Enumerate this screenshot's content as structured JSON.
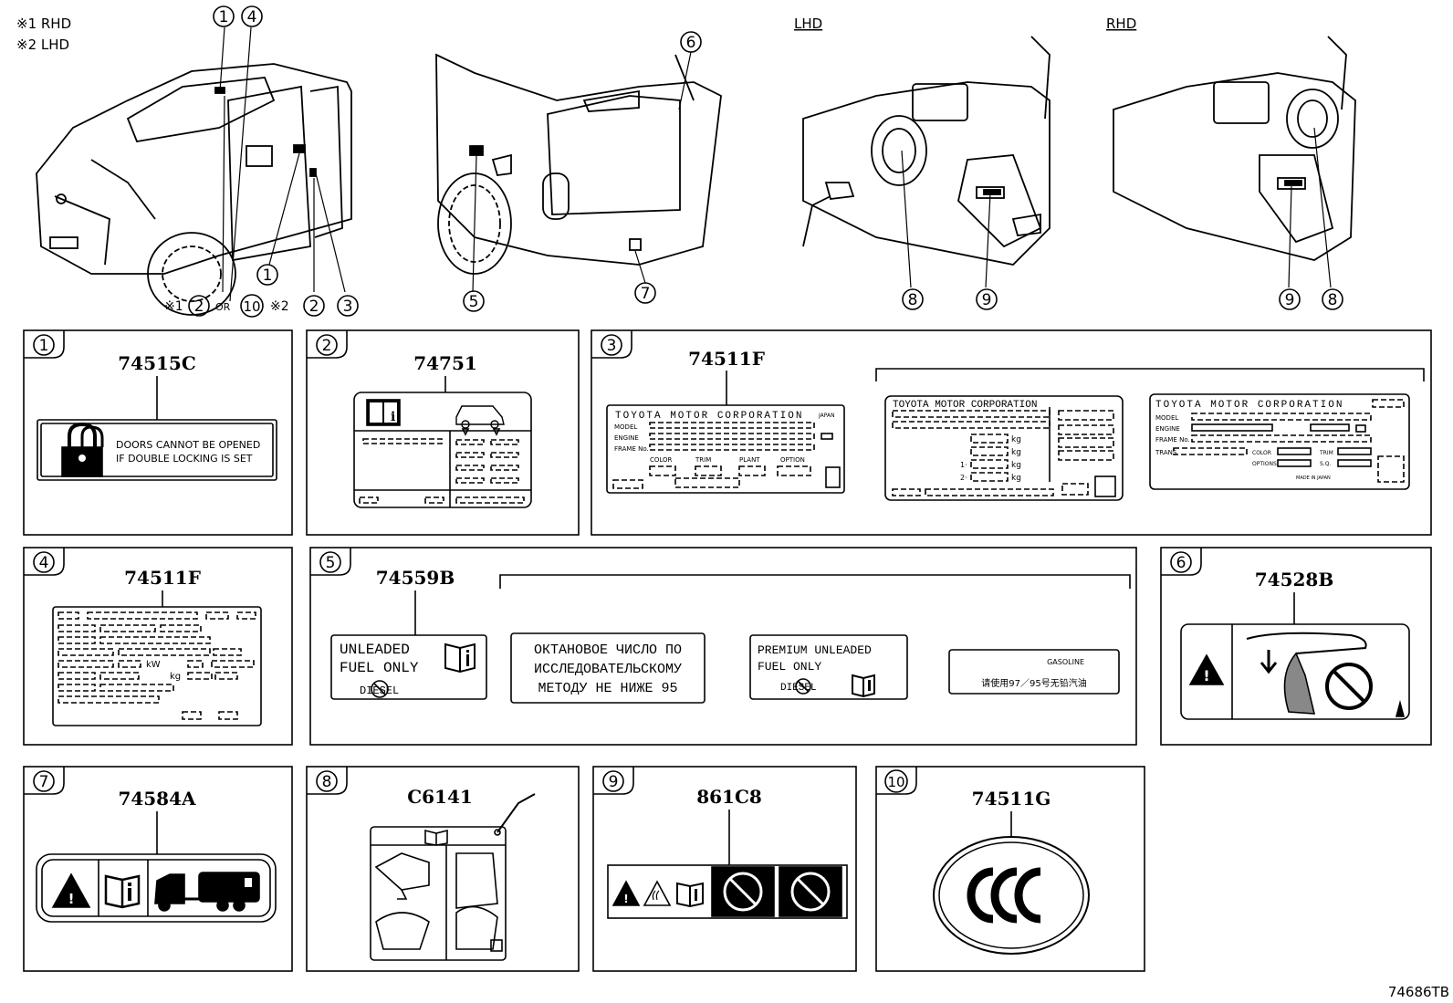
{
  "legend": {
    "rhd": "※1 RHD",
    "lhd": "※2 LHD"
  },
  "view_labels": {
    "lhd": "LHD",
    "rhd": "RHD"
  },
  "callouts": {
    "n1": "1",
    "n2": "2",
    "n3": "3",
    "n4": "4",
    "n5": "5",
    "n6": "6",
    "n7": "7",
    "n8": "8",
    "n9": "9",
    "n10": "10",
    "mark1": "※1",
    "mark2": "※2",
    "or": "OR"
  },
  "panels": [
    {
      "num": "1",
      "part": "74515C",
      "text1": "DOORS CANNOT BE OPENED",
      "text2": "IF DOUBLE LOCKING IS SET"
    },
    {
      "num": "2",
      "part": "74751"
    },
    {
      "num": "3",
      "part": "74511F",
      "plate_a": {
        "title": "TOYOTA MOTOR CORPORATION",
        "tag": "JAPAN",
        "model": "MODEL",
        "engine": "ENGINE",
        "frame": "FRAME No.",
        "color": "COLOR",
        "trim": "TRIM",
        "plant": "PLANT",
        "option": "OPTION"
      },
      "plate_b": {
        "title": "TOYOTA MOTOR CORPORATION",
        "kg1": "kg",
        "kg2": "kg",
        "kg3": "kg",
        "kg4": "kg",
        "n1": "1·",
        "n2": "2·"
      },
      "plate_c": {
        "title": "TOYOTA MOTOR CORPORATION",
        "model": "MODEL",
        "engine": "ENGINE",
        "frame": "FRAME No.",
        "trans": "TRANS",
        "color": "COLOR",
        "trim": "TRIM",
        "options": "OPTIONS",
        "sq": "S.Q.",
        "made": "MADE IN JAPAN"
      }
    },
    {
      "num": "4",
      "part": "74511F",
      "kw": "kW",
      "kg": "kg"
    },
    {
      "num": "5",
      "part": "74559B",
      "l1a": "UNLEADED",
      "l1b": "FUEL ONLY",
      "l1c": "DIESEL",
      "ru1": "ОКТАНОВОЕ ЧИСЛО ПО",
      "ru2": "ИССЛЕДОВАТЕЛЬСКОМУ",
      "ru3": "МЕТОДУ НЕ НИЖЕ 95",
      "p1": "PREMIUM  UNLEADED",
      "p2": "FUEL  ONLY",
      "p3": "DIESEL",
      "g1": "GASOLINE",
      "g2": "请使用97／95号无铅汽油"
    },
    {
      "num": "6",
      "part": "74528B"
    },
    {
      "num": "7",
      "part": "74584A"
    },
    {
      "num": "8",
      "part": "C6141"
    },
    {
      "num": "9",
      "part": "861C8"
    },
    {
      "num": "10",
      "part": "74511G"
    }
  ],
  "diagram_id": "74686TB"
}
